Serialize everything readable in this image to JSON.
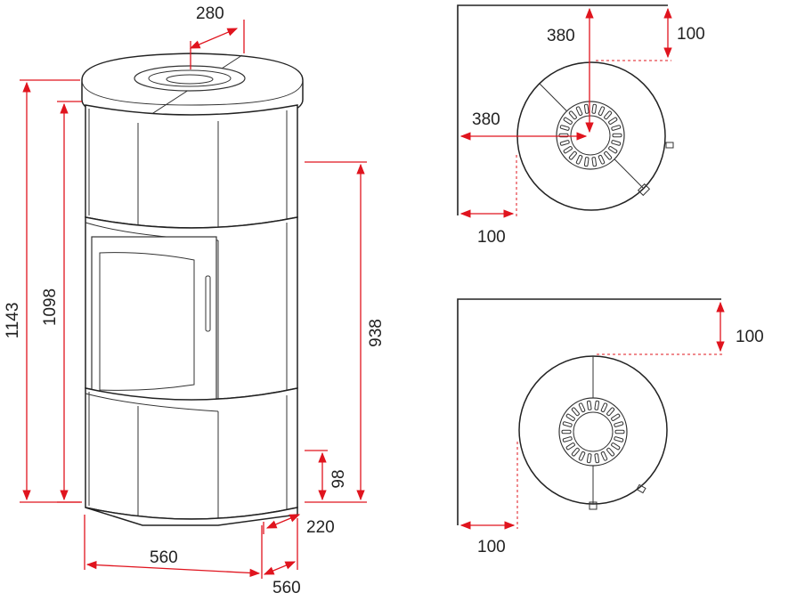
{
  "front_view": {
    "top_width": "280",
    "total_height": "1143",
    "body_height": "1098",
    "flue_height": "938",
    "air_inlet_height": "98",
    "air_inlet_depth": "220",
    "width": "560",
    "depth": "560"
  },
  "plan_corner": {
    "dist_back": "380",
    "dist_side": "380",
    "clear_back": "100",
    "clear_side": "100"
  },
  "plan_wall": {
    "clear_back": "100",
    "clear_side": "100"
  },
  "colors": {
    "dimension": "#e0141e",
    "outline": "#222222"
  }
}
